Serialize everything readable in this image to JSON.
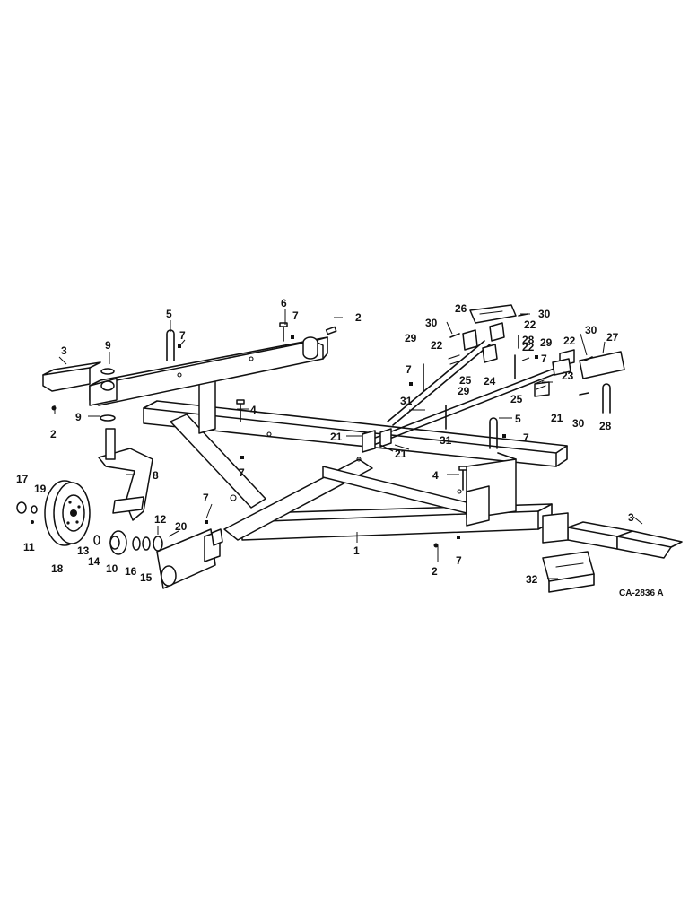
{
  "diagram": {
    "drawing_code": "CA-2836 A",
    "callouts": {
      "c1": "1",
      "c2a": "2",
      "c2b": "2",
      "c2c": "2",
      "c3a": "3",
      "c3b": "3",
      "c4a": "4",
      "c4b": "4",
      "c5a": "5",
      "c5b": "5",
      "c6": "6",
      "c7a": "7",
      "c7b": "7",
      "c7c": "7",
      "c7d": "7",
      "c7e": "7",
      "c7f": "7",
      "c7g": "7",
      "c7h": "7",
      "c8": "8",
      "c9a": "9",
      "c9b": "9",
      "c10": "10",
      "c11": "11",
      "c12": "12",
      "c13": "13",
      "c14": "14",
      "c15": "15",
      "c16": "16",
      "c17": "17",
      "c18": "18",
      "c19": "19",
      "c20": "20",
      "c21a": "21",
      "c21b": "21",
      "c21c": "21",
      "c22a": "22",
      "c22b": "22",
      "c22c": "22",
      "c22d": "22",
      "c23": "23",
      "c24": "24",
      "c25a": "25",
      "c25b": "25",
      "c26": "26",
      "c27": "27",
      "c28a": "28",
      "c28b": "28",
      "c29a": "29",
      "c29b": "29",
      "c29c": "29",
      "c30a": "30",
      "c30b": "30",
      "c30c": "30",
      "c30d": "30",
      "c31a": "31",
      "c31b": "31",
      "c32": "32"
    }
  }
}
